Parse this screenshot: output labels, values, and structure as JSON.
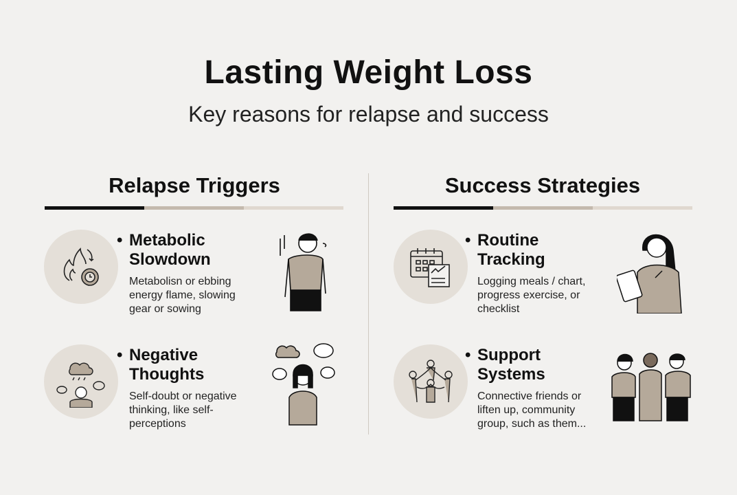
{
  "header": {
    "title": "Lasting Weight Loss",
    "subtitle": "Key reasons for relapse and success"
  },
  "colors": {
    "background": "#f2f1ef",
    "circle": "#e4dfd8",
    "accent": "#b5a99a",
    "dark": "#111111"
  },
  "left": {
    "heading": "Relapse Triggers",
    "items": [
      {
        "title_line1": "Metabolic",
        "title_line2": "Slowdown",
        "desc": [
          "Metabolisn or ebbing",
          "energy flame, slowing",
          "gear or sowing"
        ],
        "icon": "flame-gear-icon",
        "illustration": "tired-man-illustration"
      },
      {
        "title_line1": "Negative",
        "title_line2": "Thoughts",
        "desc": [
          "Self-doubt or negative",
          "thinking, like self-",
          "perceptions"
        ],
        "icon": "rain-cloud-person-icon",
        "illustration": "worried-woman-illustration"
      }
    ]
  },
  "right": {
    "heading": "Success Strategies",
    "items": [
      {
        "title_line1": "Routine",
        "title_line2": "Tracking",
        "desc": [
          "Logging meals / chart,",
          "progress exercise, or",
          "checklist"
        ],
        "icon": "calendar-chart-icon",
        "illustration": "woman-tablet-illustration"
      },
      {
        "title_line1": "Support",
        "title_line2": "Systems",
        "desc": [
          "Connective friends or",
          "liften up, community",
          "group, such as them..."
        ],
        "icon": "group-circle-icon",
        "illustration": "three-friends-illustration"
      }
    ]
  }
}
